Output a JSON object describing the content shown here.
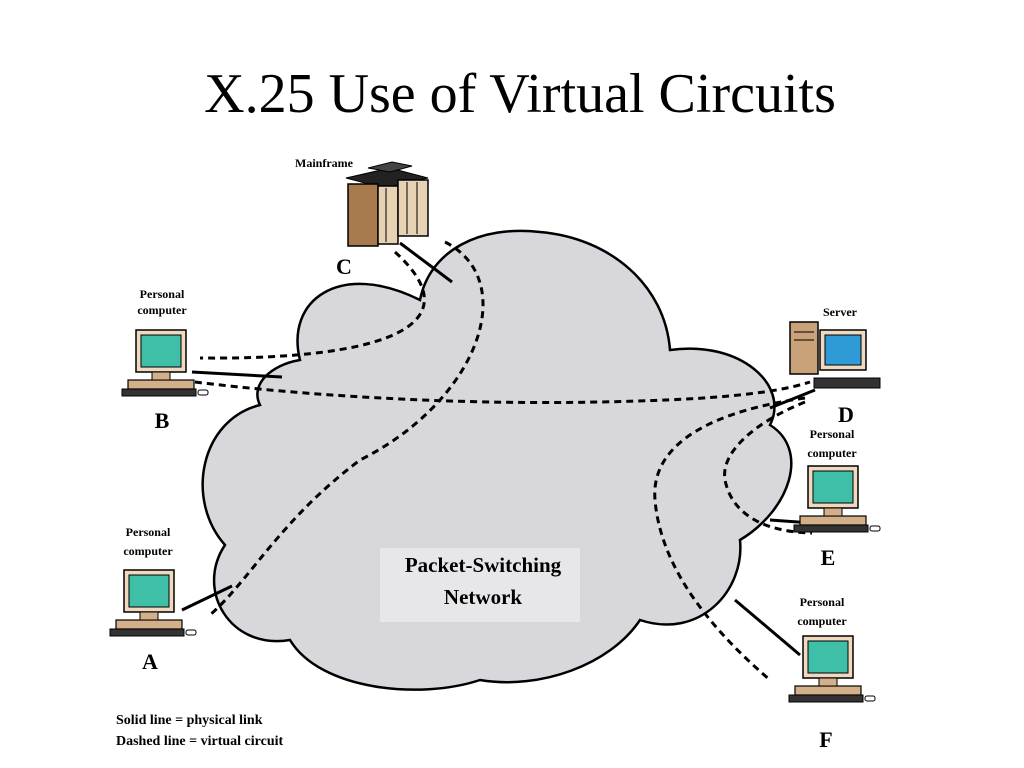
{
  "title": "X.25 Use of Virtual Circuits",
  "network": {
    "label_line1": "Packet-Switching",
    "label_line2": "Network"
  },
  "nodes": {
    "C": {
      "letter": "C",
      "type": "Mainframe"
    },
    "B": {
      "letter": "B",
      "type_line1": "Personal",
      "type_line2": "computer"
    },
    "D": {
      "letter": "D",
      "type": "Server"
    },
    "E": {
      "letter": "E",
      "type_line1": "Personal",
      "type_line2": "computer"
    },
    "A": {
      "letter": "A",
      "type_line1": "Personal",
      "type_line2": "computer"
    },
    "F": {
      "letter": "F",
      "type_line1": "Personal",
      "type_line2": "computer"
    }
  },
  "legend": {
    "solid": "Solid line = physical link",
    "dashed": "Dashed line = virtual circuit"
  },
  "colors": {
    "cloud": "#d8d8dc",
    "screen_pc": "#3fbfa8",
    "screen_server": "#2e9bd6",
    "case": "#c9a27a",
    "mainframe": "#a87b4f"
  }
}
